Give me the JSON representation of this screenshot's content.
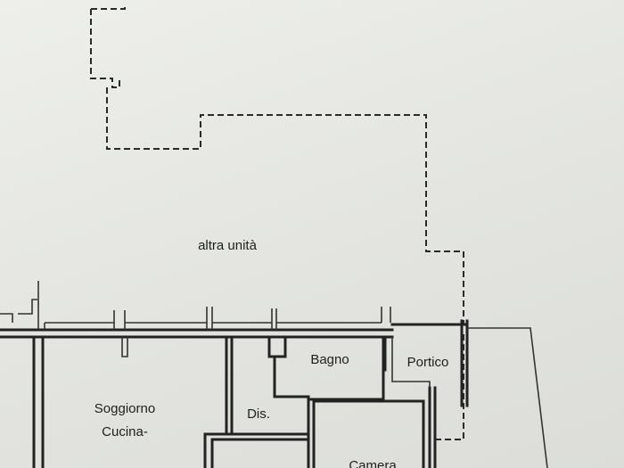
{
  "labels": {
    "other_unit": "altra unità",
    "bathroom": "Bagno",
    "porch": "Portico",
    "living_kitchen_line1": "Soggiorno",
    "living_kitchen_line2": "Cucina-",
    "hall": "Dis.",
    "bedroom": "Camera"
  }
}
